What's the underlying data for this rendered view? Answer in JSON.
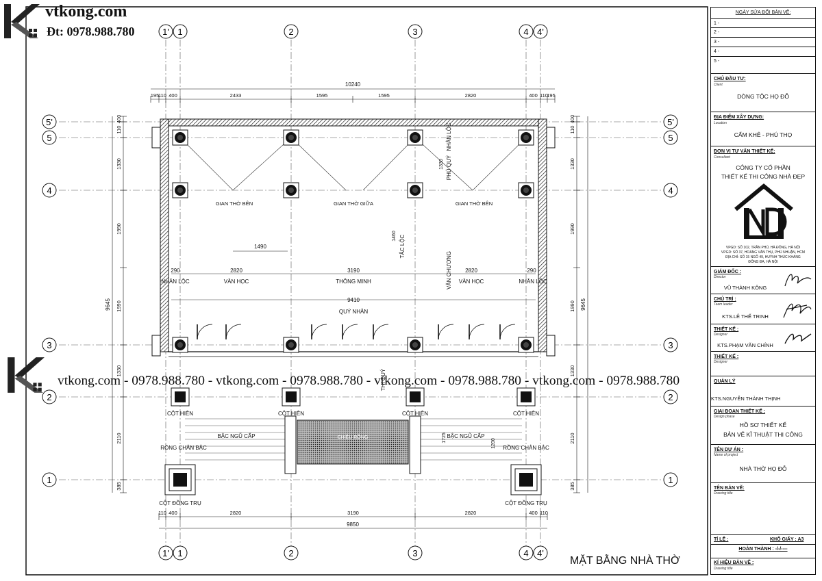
{
  "brand": {
    "site": "vtkong.com",
    "phone": "Đt: 0978.988.780",
    "watermark_band": "vtkong.com - 0978.988.780 - vtkong.com - 0978.988.780 - vtkong.com - 0978.988.780 - vtkong.com - 0978.988.780"
  },
  "drawing": {
    "title": "MẶT BẰNG NHÀ THỜ",
    "axes_x": [
      "1'",
      "1",
      "2",
      "3",
      "4",
      "4'"
    ],
    "axes_y": [
      "5'",
      "5",
      "4",
      "3",
      "2",
      "1"
    ],
    "dims_top_total": "10240",
    "dims_top": [
      "195",
      "110",
      "400",
      "2433",
      "1595",
      "1595",
      "2820",
      "400",
      "110",
      "195"
    ],
    "dims_bottom_total": "9850",
    "dims_bottom": [
      "110",
      "400",
      "2820",
      "3190",
      "2820",
      "400",
      "110"
    ],
    "dims_left": [
      "400",
      "110",
      "1330",
      "1990",
      "1990",
      "1330",
      "2110",
      "385"
    ],
    "dims_left_total": "9645",
    "dims_right": [
      "400",
      "110",
      "1330",
      "1990",
      "1990",
      "1330",
      "2110",
      "385"
    ],
    "dims_right_total": "9645",
    "rooms": {
      "left": "GIAN THỜ BÊN",
      "center": "GIAN THỜ GIỮA",
      "right": "GIAN THỜ BÊN"
    },
    "labels": {
      "nhan_loc": "NHÂN LỘC",
      "van_hoc": "VĂN HỌC",
      "thong_minh": "THÔNG MINH",
      "quy_nhan": "QUÝ NHÂN",
      "tac_loc": "TẮC LỘC",
      "van_chuong": "VĂN CHƯƠNG",
      "phu_quy": "PHÚ QUÝ",
      "nhan_loc_v": "NHÂN LỘC",
      "thu_quy": "THI QUÝ",
      "cot_hien": "CỘT HIÊN",
      "bac_ngu_cap": "BẬC NGŨ CẤP",
      "rong_chan_bac": "RỒNG CHÂN BẬC",
      "cot_dong_tru": "CỘT ĐỒNG TRỤ",
      "chieu_rong": "CHIỀU RỒNG",
      "d1490": "1490",
      "d290": "290",
      "d2820": "2820",
      "d3190": "3190",
      "d9410": "9410",
      "d1725": "1725",
      "d1200": "1200",
      "d1330": "1330",
      "d1460": "1460"
    }
  },
  "titleblock": {
    "revisions_label": "NGÀY SỬA ĐỔI BẢN VẼ:",
    "revisions": [
      "1 -",
      "2 -",
      "3 -",
      "4 -",
      "5 -"
    ],
    "client_label": "CHỦ ĐẦU TƯ:",
    "client_sub": "Client",
    "client": "DÒNG TỘC HỌ ĐỖ",
    "location_label": "ĐỊA ĐIỂM XÂY DỰNG:",
    "location_sub": "Location",
    "location": "CẨM KHÊ - PHÚ THỌ",
    "consultant_label": "ĐƠN VỊ TƯ VẤN THIẾT KẾ:",
    "consultant_sub": "Consultant",
    "consultant_line1": "CÔNG TY CỔ PHẦN",
    "consultant_line2": "THIẾT KẾ THI CÔNG NHÀ ĐẸP",
    "address1": "VPGD: SỐ 102, TRẦN PHÚ, HÀ ĐÔNG, HÀ NỘI",
    "address2": "VPGD: SỐ 37, HOÀNG VĂN THỤ, PHÚ NHUẬN, HCM",
    "address3": "ĐỊA CHỈ: SỐ 15 NGÕ 49, HUỲNH THÚC KHÁNG",
    "address4": "ĐỐNG ĐA, HÀ NỘI",
    "director_label": "GIÁM ĐỐC :",
    "director_sub": "Director",
    "director": "VŨ THÀNH KÔNG",
    "leader_label": "CHỦ TRÌ :",
    "leader_sub": "Team leader",
    "leader": "KTS.LÊ THẾ TRINH",
    "designer_label": "THIẾT KẾ :",
    "designer_sub": "Designer",
    "designer": "KTS.PHẠM VĂN CHÍNH",
    "designer2_label": "THIẾT KẾ :",
    "designer2_sub": "Designer",
    "manager_label": "QUẢN LÝ",
    "manager": "KTS.NGUYỄN THÀNH THỊNH",
    "phase_label": "GIAI ĐOẠN THIẾT KẾ :",
    "phase_sub": "Design phase",
    "phase1": "HỒ SƠ THIẾT KẾ",
    "phase2": "BẢN VẼ KĨ THUẬT THI CÔNG",
    "project_label": "TÊN DỰ ÁN :",
    "project_sub": "Name of project",
    "project": "NHÀ THỜ HỌ ĐỖ",
    "drawing_label": "TÊN BẢN VẼ:",
    "drawing_sub": "Drawing title",
    "scale_label": "TỈ LỆ :",
    "paper_label": "KHỔ GIẤY : A3",
    "complete_label": "HOÀN THÀNH : -/-/----",
    "code_label": "KÍ HIỆU BẢN VẼ :",
    "code_sub": "Drawing title"
  }
}
